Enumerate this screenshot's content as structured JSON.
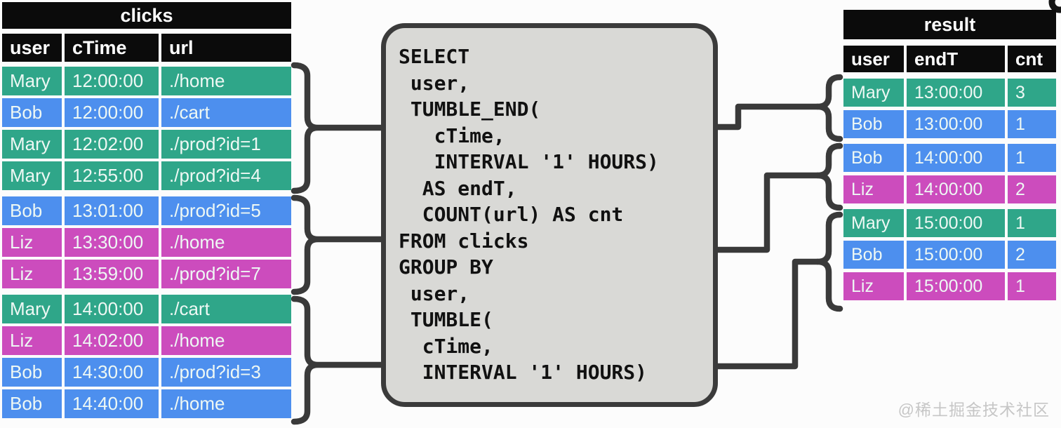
{
  "palette": {
    "mary": "#2FA689",
    "bob": "#4D8FEE",
    "liz": "#CC4CBD",
    "header_bg": "#0b0b0b",
    "header_text": "#ffffff",
    "box_bg": "#d9d9d6",
    "box_border": "#3b3b3b",
    "connector": "#3a3a3a",
    "corner_mark": "#141414",
    "code_text": "#111111",
    "watermark": "#c6c6c6",
    "canvas": "#fcfcfc"
  },
  "clicks_table": {
    "title": "clicks",
    "columns": [
      "user",
      "cTime",
      "url"
    ],
    "groups": [
      {
        "rows": [
          {
            "user": "Mary",
            "cTime": "12:00:00",
            "url": "./home",
            "color": "mary"
          },
          {
            "user": "Bob",
            "cTime": "12:00:00",
            "url": "./cart",
            "color": "bob"
          },
          {
            "user": "Mary",
            "cTime": "12:02:00",
            "url": "./prod?id=1",
            "color": "mary"
          },
          {
            "user": "Mary",
            "cTime": "12:55:00",
            "url": "./prod?id=4",
            "color": "mary"
          }
        ]
      },
      {
        "rows": [
          {
            "user": "Bob",
            "cTime": "13:01:00",
            "url": "./prod?id=5",
            "color": "bob"
          },
          {
            "user": "Liz",
            "cTime": "13:30:00",
            "url": "./home",
            "color": "liz"
          },
          {
            "user": "Liz",
            "cTime": "13:59:00",
            "url": "./prod?id=7",
            "color": "liz"
          }
        ]
      },
      {
        "rows": [
          {
            "user": "Mary",
            "cTime": "14:00:00",
            "url": "./cart",
            "color": "mary"
          },
          {
            "user": "Liz",
            "cTime": "14:02:00",
            "url": "./home",
            "color": "liz"
          },
          {
            "user": "Bob",
            "cTime": "14:30:00",
            "url": "./prod?id=3",
            "color": "bob"
          },
          {
            "user": "Bob",
            "cTime": "14:40:00",
            "url": "./home",
            "color": "bob"
          }
        ]
      }
    ]
  },
  "sql": {
    "text": "SELECT\n user,\n TUMBLE_END(\n   cTime,\n   INTERVAL '1' HOURS)\n  AS endT,\n  COUNT(url) AS cnt\nFROM clicks\nGROUP BY\n user,\n TUMBLE(\n  cTime,\n  INTERVAL '1' HOURS)"
  },
  "result_table": {
    "title": "result",
    "columns": [
      "user",
      "endT",
      "cnt"
    ],
    "groups": [
      {
        "rows": [
          {
            "user": "Mary",
            "endT": "13:00:00",
            "cnt": "3",
            "color": "mary"
          },
          {
            "user": "Bob",
            "endT": "13:00:00",
            "cnt": "1",
            "color": "bob"
          }
        ]
      },
      {
        "rows": [
          {
            "user": "Bob",
            "endT": "14:00:00",
            "cnt": "1",
            "color": "bob"
          },
          {
            "user": "Liz",
            "endT": "14:00:00",
            "cnt": "2",
            "color": "liz"
          }
        ]
      },
      {
        "rows": [
          {
            "user": "Mary",
            "endT": "15:00:00",
            "cnt": "1",
            "color": "mary"
          },
          {
            "user": "Bob",
            "endT": "15:00:00",
            "cnt": "2",
            "color": "bob"
          },
          {
            "user": "Liz",
            "endT": "15:00:00",
            "cnt": "1",
            "color": "liz"
          }
        ]
      }
    ]
  },
  "watermark": {
    "text": "@稀土掘金技术社区"
  }
}
